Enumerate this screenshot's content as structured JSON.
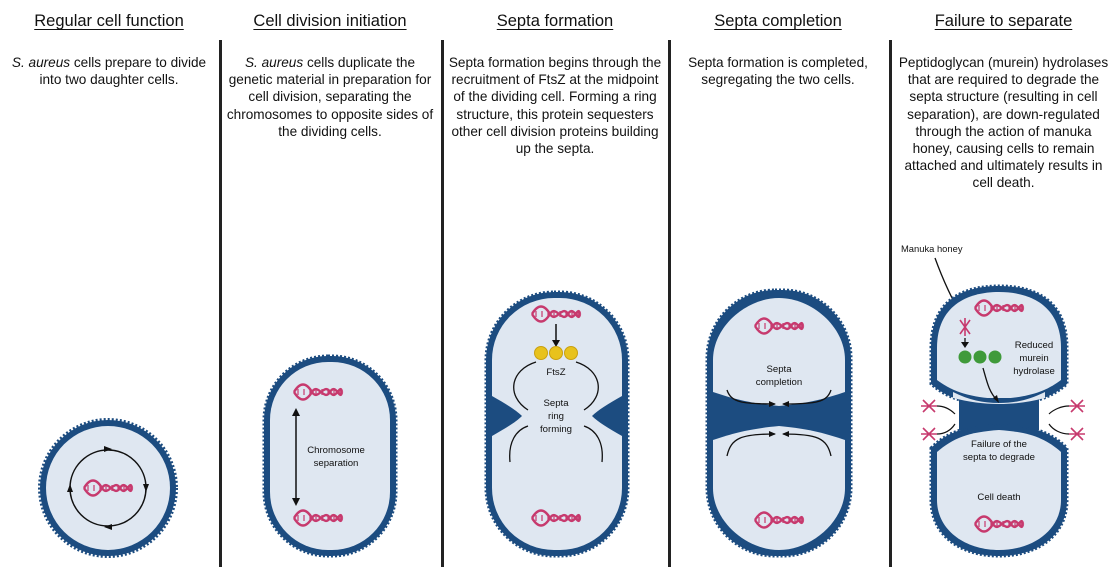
{
  "panels": [
    {
      "title": "Regular cell function",
      "desc_em": "S. aureus",
      "desc_rest": " cells prepare to divide into two daughter cells."
    },
    {
      "title": "Cell division initiation",
      "desc_em": "S. aureus",
      "desc_rest": " cells duplicate the genetic material in preparation for cell division, separating the chromosomes to opposite sides of the dividing cells.",
      "labels": [
        "Chromosome",
        "separation"
      ]
    },
    {
      "title": "Septa formation",
      "desc_em": "",
      "desc_rest": "Septa formation begins through the recruitment of FtsZ at the midpoint of the dividing cell. Forming a ring structure, this protein sequesters other cell division proteins building up the septa.",
      "labels": [
        "FtsZ",
        "Septa",
        "ring",
        "forming"
      ]
    },
    {
      "title": "Septa completion",
      "desc_em": "",
      "desc_rest": "Septa formation is completed, segregating the two cells.",
      "labels": [
        "Septa",
        "completion"
      ]
    },
    {
      "title": "Failure to separate",
      "desc_em": "",
      "desc_rest": "Peptidoglycan (murein) hydrolases that are required to degrade the septa structure (resulting in cell separation), are down-regulated through the action of manuka honey, causing cells to remain attached and ultimately results in cell death.",
      "labels": [
        "Manuka honey",
        "Reduced",
        "murein",
        "hydrolase",
        "Failure of the",
        "septa to degrade",
        "Cell death"
      ]
    }
  ],
  "colors": {
    "wall": "#1c4c80",
    "cytoplasm": "#dfe7f1",
    "dna": "#c73a6e",
    "ftsz": "#e8c21c",
    "hydrolase": "#3f9a3a",
    "inhibitor": "#c73a6e",
    "divider": "#222222"
  }
}
